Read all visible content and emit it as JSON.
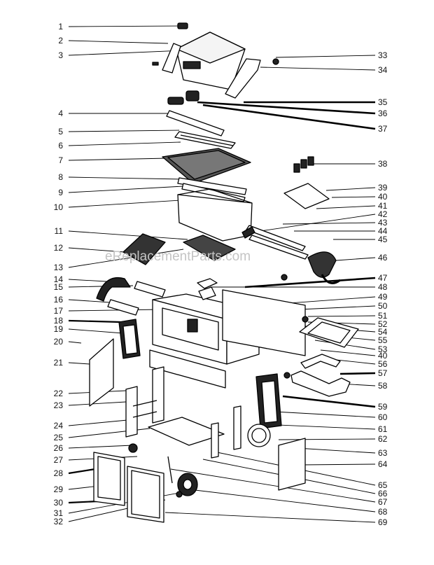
{
  "watermark": "eReplacementParts.com",
  "left_labels": [
    "1",
    "2",
    "3",
    "4",
    "5",
    "6",
    "7",
    "8",
    "9",
    "10",
    "11",
    "12",
    "13",
    "14",
    "15",
    "16",
    "17",
    "18",
    "19",
    "20",
    "21",
    "22",
    "23",
    "24",
    "25",
    "26",
    "27",
    "28",
    "29",
    "30",
    "31",
    "32"
  ],
  "right_labels": [
    "33",
    "34",
    "35",
    "36",
    "37",
    "38",
    "39",
    "40",
    "41",
    "42",
    "43",
    "44",
    "45",
    "46",
    "47",
    "48",
    "49",
    "50",
    "51",
    "52",
    "54",
    "55",
    "53",
    "40",
    "56",
    "57",
    "58",
    "59",
    "60",
    "61",
    "62",
    "63",
    "64",
    "65",
    "66",
    "67",
    "68",
    "69"
  ]
}
